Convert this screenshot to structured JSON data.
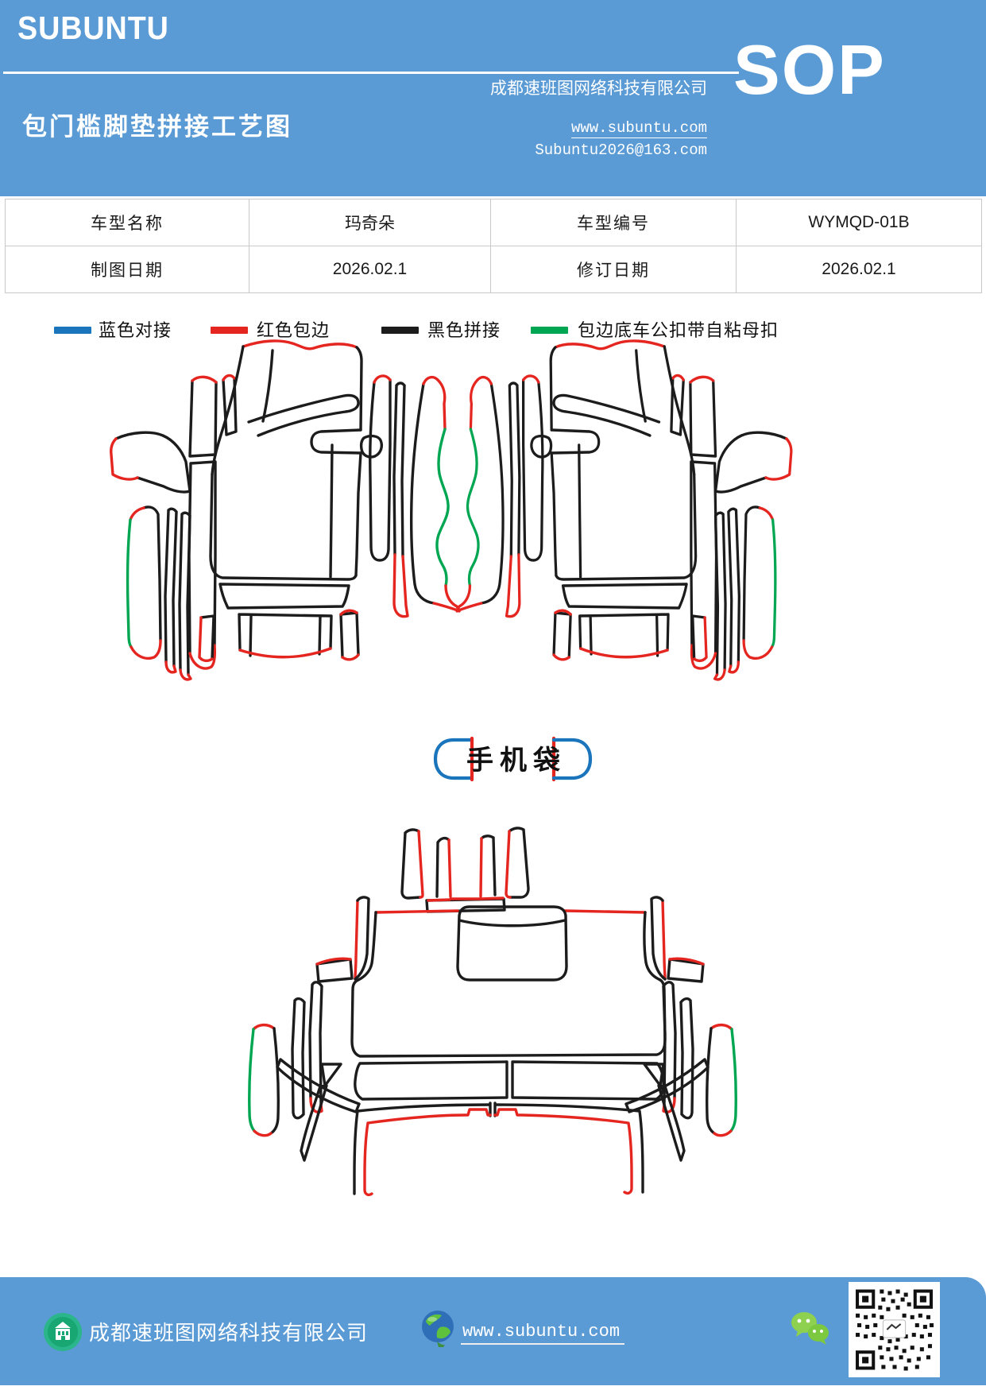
{
  "header": {
    "logo": "SUBUNTU",
    "title": "包门槛脚垫拼接工艺图",
    "company": "成都速班图网络科技有限公司",
    "badge": "SOP",
    "website": "www.subuntu.com",
    "email": "Subuntu2026@163.com"
  },
  "info_table": {
    "rows": [
      [
        "车型名称",
        "玛奇朵",
        "车型编号",
        "WYMQD-01B"
      ],
      [
        "制图日期",
        "2026.02.1",
        "修订日期",
        "2026.02.1"
      ]
    ]
  },
  "legend": {
    "items": [
      {
        "label": "蓝色对接",
        "color": "#1b75bc"
      },
      {
        "label": "红色包边",
        "color": "#e52620"
      },
      {
        "label": "黑色拼接",
        "color": "#1c1c1c"
      },
      {
        "label": "包边底车公扣带自粘母扣",
        "color": "#00a651"
      }
    ]
  },
  "diagram": {
    "phone_bag_label": "手机袋"
  },
  "footer": {
    "company": "成都速班图网络科技有限公司",
    "website": "www.subuntu.com"
  }
}
